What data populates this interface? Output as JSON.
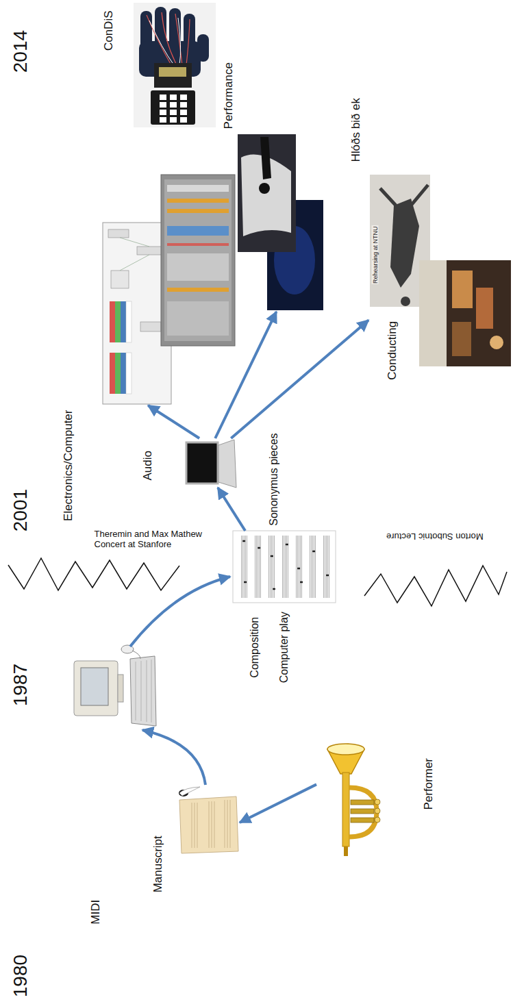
{
  "diagram": {
    "nodes": [
      {
        "text": [
          "Performer"
        ]
      },
      {
        "text": [
          "Manuscript"
        ]
      },
      {
        "text": [
          "Composition",
          "Computer play"
        ]
      },
      {
        "text": [
          "Audio",
          "Sononymus pieces"
        ]
      },
      {
        "text": [
          "Electronics/Computer"
        ]
      },
      {
        "text": [
          "Performance"
        ]
      },
      {
        "text": [
          "Hlóðs bið ek",
          "Rehearsing at NTNU",
          "Conducting"
        ]
      },
      {
        "text": [
          "ConDiS"
        ]
      }
    ],
    "edges": [
      {
        "from": 0,
        "to": 1,
        "arrow": "to"
      },
      {
        "from": 2,
        "to": 3,
        "arrow": "to"
      },
      {
        "from": 3,
        "to": 4,
        "arrow": "to"
      },
      {
        "from": 3,
        "to": 5,
        "arrow": "to"
      },
      {
        "from": 3,
        "to": 6,
        "arrow": "to"
      }
    ],
    "labels": [
      "1980",
      "MIDI",
      "1987",
      "2001",
      "2014",
      "Theremin and Max Mathew Concert at Stanfore",
      "Morton Subotnic Lecture"
    ]
  }
}
